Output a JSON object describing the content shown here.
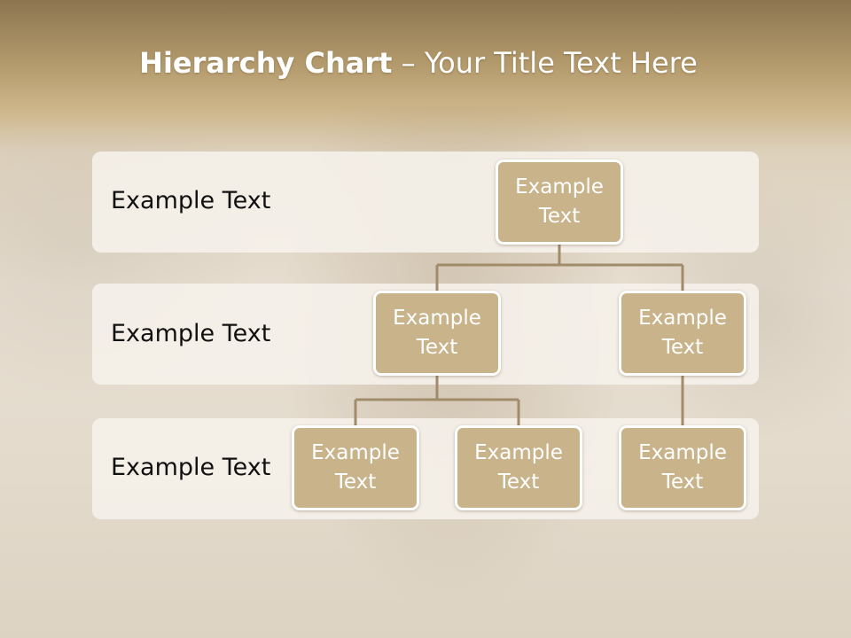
{
  "slide": {
    "title_strong": "Hierarchy Chart",
    "title_rest": " – Your Title Text Here"
  },
  "levels": [
    {
      "label": "Example Text"
    },
    {
      "label": "Example Text"
    },
    {
      "label": "Example Text"
    }
  ],
  "nodes": {
    "root": {
      "label": "Example\nText"
    },
    "l2_left": {
      "label": "Example\nText"
    },
    "l2_right": {
      "label": "Example\nText"
    },
    "l3_a": {
      "label": "Example\nText"
    },
    "l3_b": {
      "label": "Example\nText"
    },
    "l3_c": {
      "label": "Example\nText"
    }
  },
  "colors": {
    "node_fill": "#c8b38a",
    "node_border": "#ffffff",
    "connector": "#a08c6a",
    "band_fill": "#f5f1ea",
    "header_band": "#8c7550"
  }
}
